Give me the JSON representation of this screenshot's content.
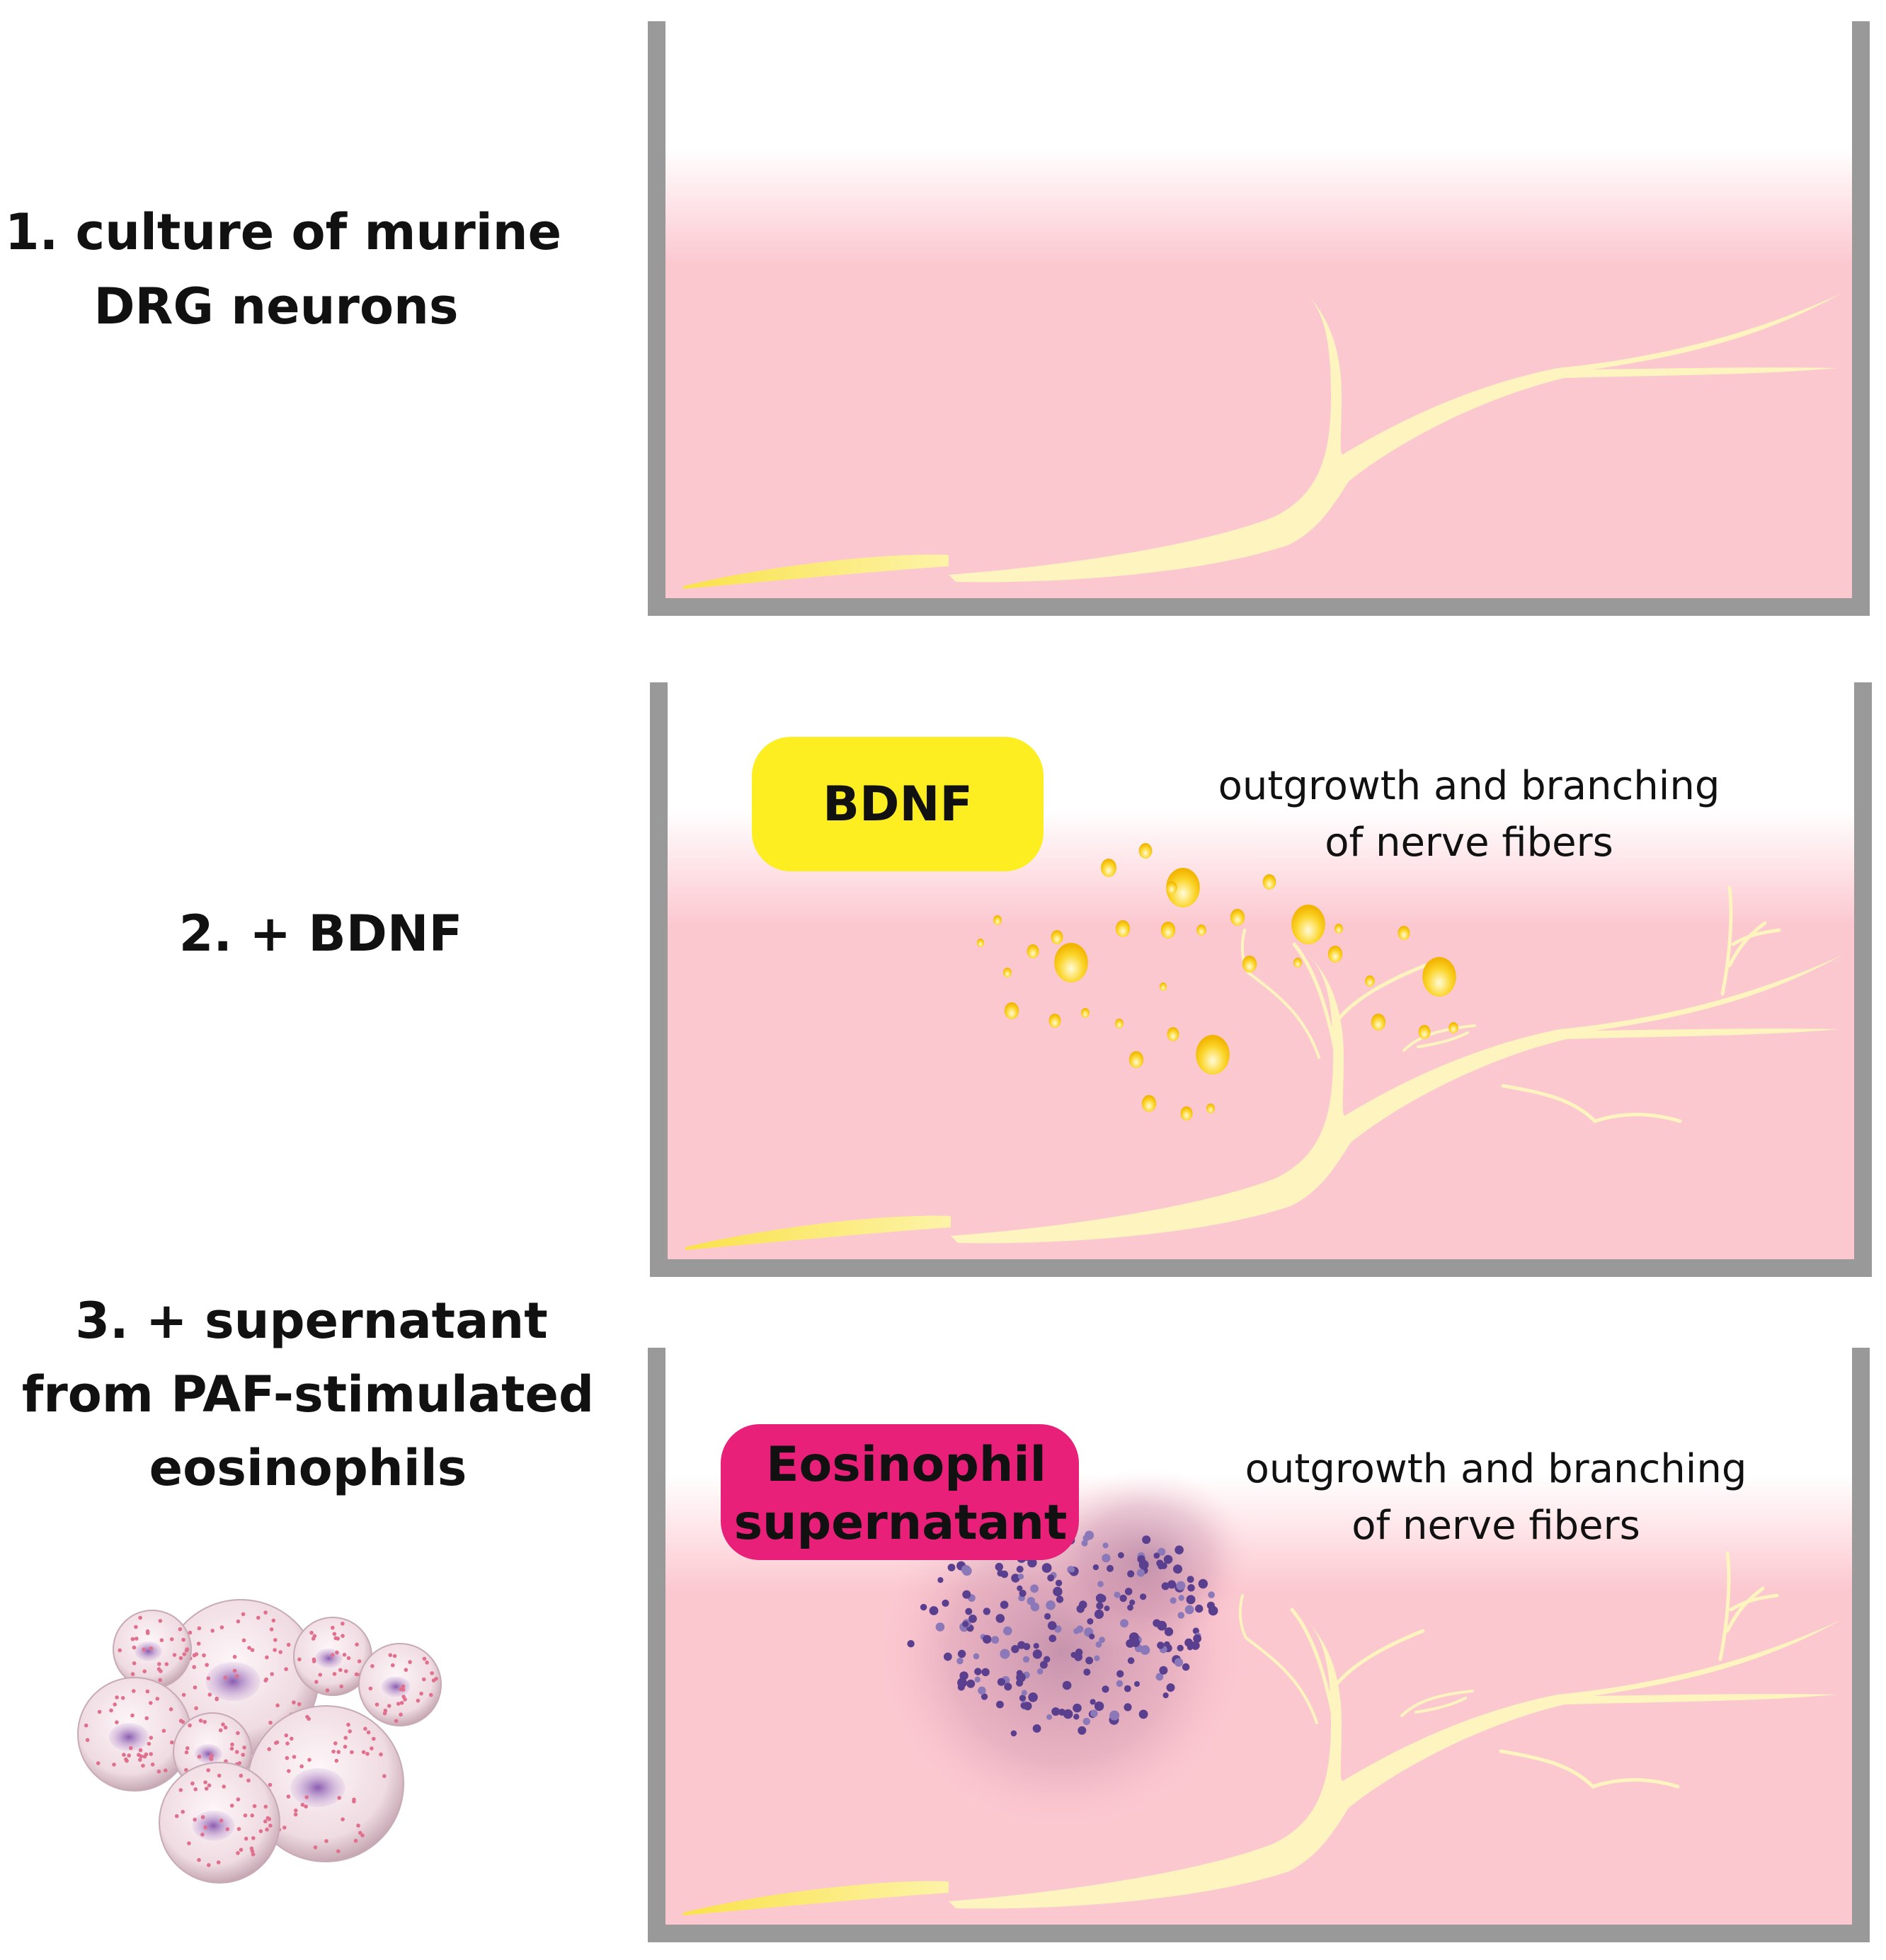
{
  "steps": [
    {
      "lines": [
        "1. culture of murine",
        "DRG neurons"
      ]
    },
    {
      "lines": [
        "2. + BDNF"
      ]
    },
    {
      "lines": [
        "3. + supernatant",
        "from PAF-stimulated",
        "eosinophils"
      ]
    }
  ],
  "panel2": {
    "box_label": "BDNF",
    "note": [
      "outgrowth and branching",
      "of nerve fibers"
    ]
  },
  "panel3": {
    "box_label": [
      "Eosinophil",
      "supernatant"
    ],
    "note": [
      "outgrowth and branching",
      "of nerve fibers"
    ]
  },
  "colors": {
    "medium": "#fcc8d0",
    "well_wall": "#999999",
    "nerve": "#fdf4bf",
    "bdnf": "#fdee21",
    "supernatant": "#e8207a",
    "granule": "#5a3f8f"
  }
}
